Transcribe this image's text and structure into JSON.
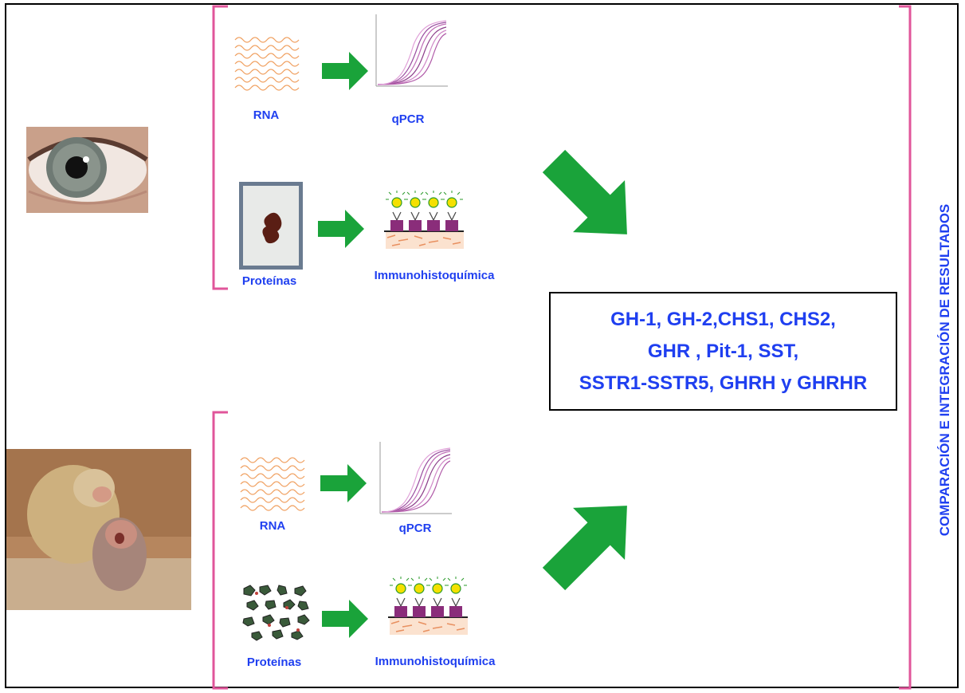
{
  "top": {
    "rna_label": "RNA",
    "qpcr_label": "qPCR",
    "proteins_label": "Proteínas",
    "ihc_label": "Immunohistoquímica"
  },
  "bottom": {
    "rna_label": "RNA",
    "qpcr_label": "qPCR",
    "proteins_label": "Proteínas",
    "ihc_label": "Immunohistoquímica"
  },
  "result": {
    "lines": [
      "GH-1, GH-2,CHS1, CHS2,",
      "GHR , Pit-1, SST,",
      "SSTR1-SSTR5, GHRH y GHRHR"
    ]
  },
  "side_title": "COMPARACIÓN E INTEGRACIÓN DE RESULTADOS",
  "colors": {
    "text": "#1f3ff0",
    "arrow": "#1aa33a",
    "bracket": "#e0559a"
  },
  "icons": [
    "eye-photo",
    "baboon-photo",
    "rna-wave-icon",
    "qpcr-curve-icon",
    "tissue-slide-photo",
    "protein-crystals-icon",
    "immunohisto-icon",
    "green-arrow"
  ]
}
